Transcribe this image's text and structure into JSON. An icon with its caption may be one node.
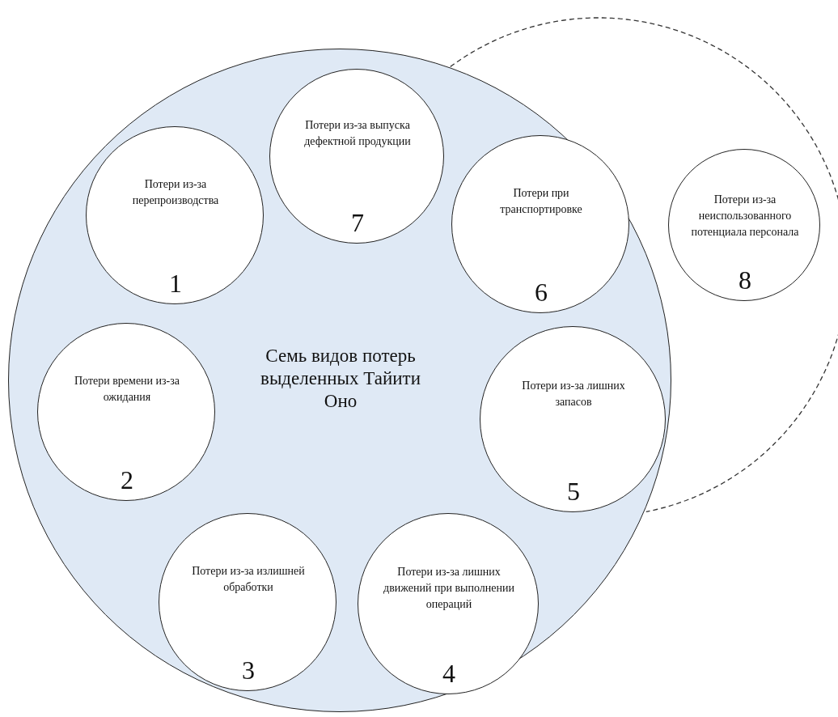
{
  "diagram": {
    "nodes": [
      {
        "text": [
          "Семь видов потерь выделенных Тайити Оно"
        ]
      },
      {
        "text": [
          "Потери из-за перепроизводства",
          "1"
        ],
        "in": 0
      },
      {
        "text": [
          "Потери времени из-за ожидания",
          "2"
        ],
        "in": 0
      },
      {
        "text": [
          "Потери из-за излишней обработки",
          "3"
        ],
        "in": 0
      },
      {
        "text": [
          "Потери из-за лишних движений при выполнении операций",
          "4"
        ],
        "in": 0
      },
      {
        "text": [
          "Потери из-за лишних запасов",
          "5"
        ]
      },
      {
        "text": [
          "Потери при транспортировке",
          "6"
        ]
      },
      {
        "text": [
          "Потери из-за выпуска дефектной продукции",
          "7"
        ],
        "in": 0
      },
      {
        "text": [],
        "shape": "circle"
      },
      {
        "text": [
          "Потери из-за неиспользованного потенциала персонала",
          "8"
        ],
        "in": 8
      }
    ]
  }
}
